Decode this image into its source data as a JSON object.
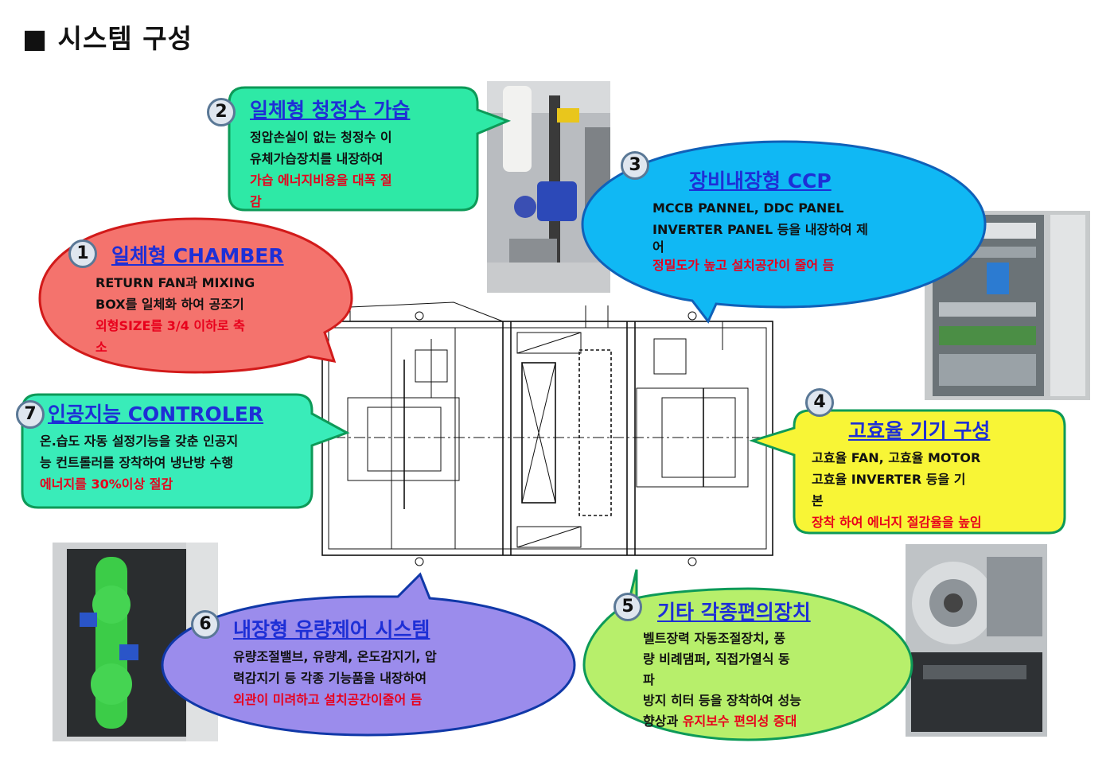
{
  "title": "■ 시스템 구성",
  "callouts": [
    {
      "num": "1",
      "head": "일체형 CHAMBER",
      "lines": [
        "RETURN FAN과 MIXING",
        "BOX를 일체화 하여 공조기"
      ],
      "red": [
        "외형SIZE를 3/4 이하로 축",
        "소"
      ],
      "fill": "#f4736d"
    },
    {
      "num": "2",
      "head": "일체형 청정수 가습",
      "lines": [
        "정압손실이 없는 청정수 이",
        "유체가습장치를 내장하여"
      ],
      "red": [
        "가습 에너지비용을 대폭 절",
        "감"
      ],
      "fill": "#2ee9a6"
    },
    {
      "num": "3",
      "head": "장비내장형 CCP",
      "lines": [
        "MCCB PANNEL, DDC PANEL",
        "INVERTER PANEL 등을 내장하여 제",
        "어"
      ],
      "red": [
        "정밀도가 높고 설치공간이 줄어 듬"
      ],
      "fill": "#10b8f4"
    },
    {
      "num": "4",
      "head": "고효율 기기 구성",
      "lines": [
        "고효율 FAN, 고효율 MOTOR",
        "고효율 INVERTER 등을 기",
        "본"
      ],
      "red": [
        "장착 하여 에너지 절감율을 높임"
      ],
      "fill": "#f8f536"
    },
    {
      "num": "5",
      "head": "기타 각종편의장치",
      "lines": [
        "벨트장력 자동조절장치, 풍",
        "량 비례댐퍼, 직접가열식 동",
        "파",
        "방지 히터 등을 장착하여 성능",
        "향상과"
      ],
      "red": [
        "유지보수 편의성 증대"
      ],
      "fill": "#b7ef6b"
    },
    {
      "num": "6",
      "head": "내장형 유량제어 시스템",
      "lines": [
        "유량조절밸브, 유량계, 온도감지기, 압",
        "력감지기 등 각종 기능품을 내장하여"
      ],
      "red": [
        "외관이 미려하고 설치공간이줄어 듬"
      ],
      "fill": "#9b8cec"
    },
    {
      "num": "7",
      "head": "인공지능 CONTROLER",
      "lines": [
        "온.습도 자동 설정기능을 갖춘 인공지",
        "능 컨트롤러를 장착하여 냉난방 수행"
      ],
      "red": [
        "에너지를 30%이상 절감"
      ],
      "fill": "#39ecb9"
    }
  ]
}
